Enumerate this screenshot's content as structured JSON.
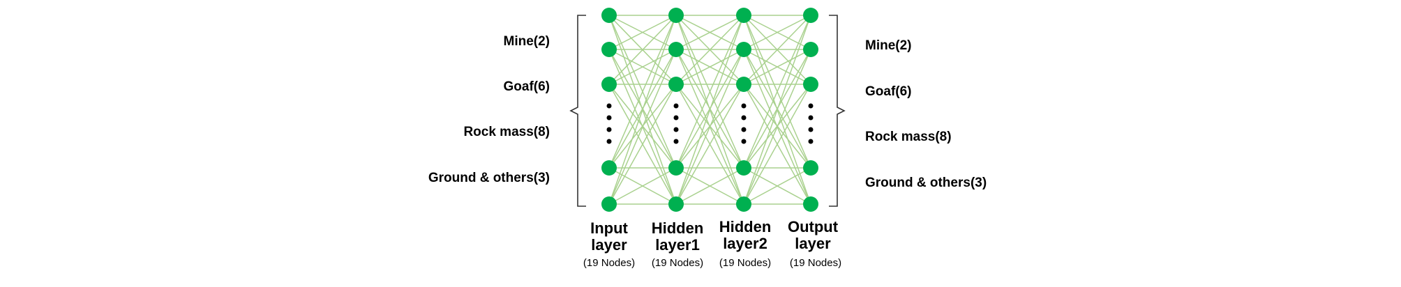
{
  "inputs": {
    "labels": [
      "Mine(2)",
      "Goaf(6)",
      "Rock mass(8)",
      "Ground & others(3)"
    ]
  },
  "outputs": {
    "labels": [
      "Mine(2)",
      "Goaf(6)",
      "Rock mass(8)",
      "Ground & others(3)"
    ]
  },
  "layers": [
    {
      "title_line1": "Input",
      "title_line2": "layer",
      "nodes": "(19 Nodes)"
    },
    {
      "title_line1": "Hidden",
      "title_line2": "layer1",
      "nodes": "(19 Nodes)"
    },
    {
      "title_line1": "Hidden",
      "title_line2": "layer2",
      "nodes": "(19 Nodes)"
    },
    {
      "title_line1": "Output",
      "title_line2": "layer",
      "nodes": "(19 Nodes)"
    }
  ],
  "colors": {
    "node": "#00b050",
    "edge": "#a9d18e",
    "ellipsis": "#000000",
    "bracket": "#333333"
  }
}
